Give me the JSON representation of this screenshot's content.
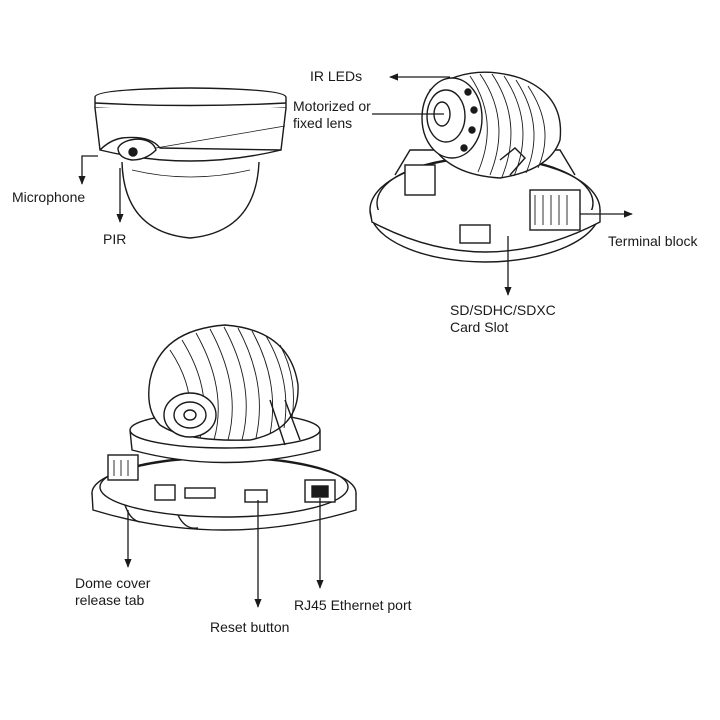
{
  "labels": {
    "ir_leds": "IR LEDs",
    "lens_line1": "Motorized or",
    "lens_line2": "fixed lens",
    "microphone": "Microphone",
    "pir": "PIR",
    "terminal_block": "Terminal block",
    "sd_line1": "SD/SDHC/SDXC",
    "sd_line2": "Card Slot",
    "dome_line1": "Dome cover",
    "dome_line2": "release tab",
    "rj45": "RJ45 Ethernet port",
    "reset": "Reset button"
  },
  "colors": {
    "ink": "#1a1a1a",
    "background": "#ffffff"
  }
}
